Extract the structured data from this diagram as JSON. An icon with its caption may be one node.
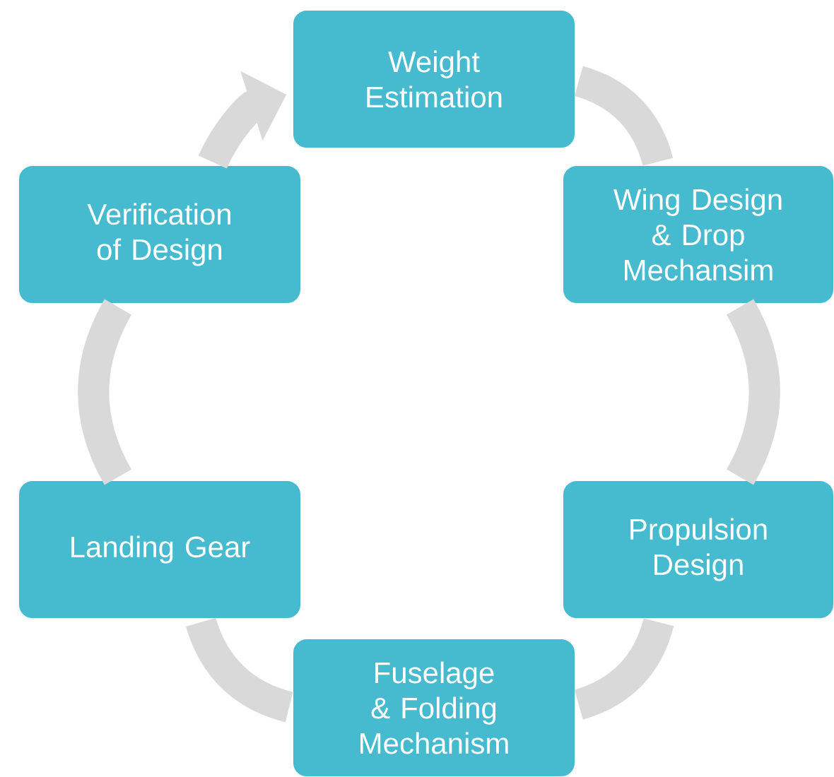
{
  "diagram": {
    "nodes": [
      {
        "text": [
          "Weight Estimation"
        ]
      },
      {
        "text": [
          "Wing Design & Drop Mechansim"
        ]
      },
      {
        "text": [
          "Propulsion Design"
        ]
      },
      {
        "text": [
          "Fuselage & Folding Mechanism"
        ]
      },
      {
        "text": [
          "Landing Gear"
        ]
      },
      {
        "text": [
          "Verification of Design"
        ]
      }
    ],
    "edges": [
      {
        "from": 0,
        "to": 1,
        "arrow": "none"
      },
      {
        "from": 1,
        "to": 2,
        "arrow": "none"
      },
      {
        "from": 2,
        "to": 3,
        "arrow": "none"
      },
      {
        "from": 3,
        "to": 4,
        "arrow": "none"
      },
      {
        "from": 4,
        "to": 5,
        "arrow": "none"
      },
      {
        "from": 5,
        "to": 0,
        "arrow": "to"
      }
    ]
  }
}
